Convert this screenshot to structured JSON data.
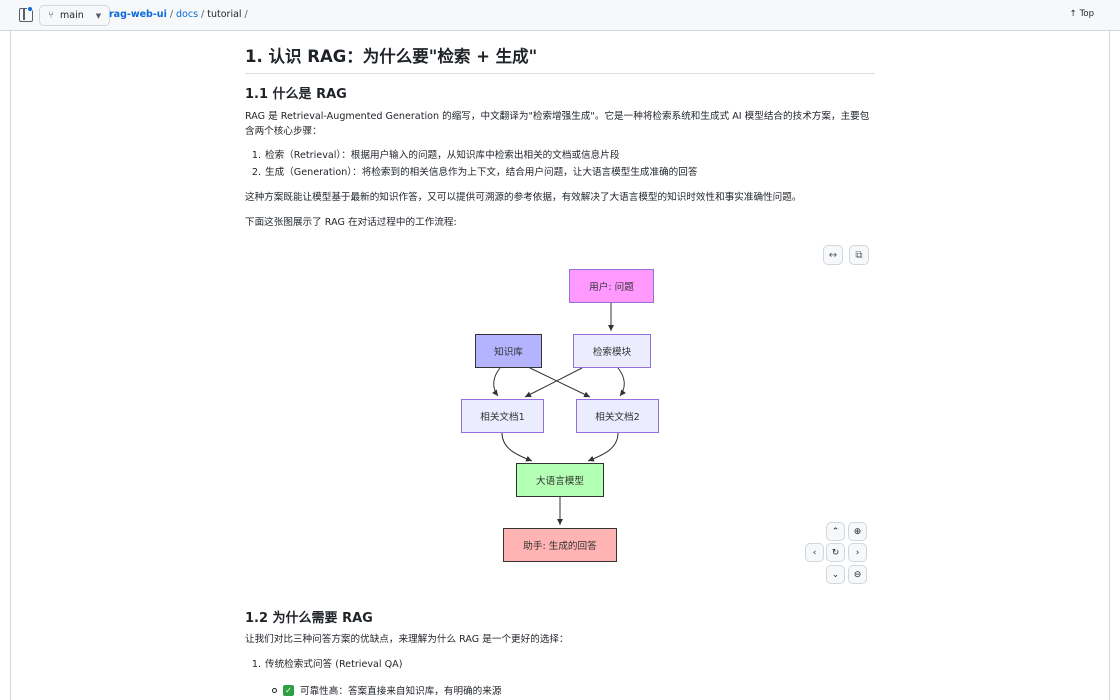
{
  "topbar": {
    "branch": "main",
    "breadcrumb": {
      "repo": "rag-web-ui",
      "sep1": "/",
      "folder": "docs",
      "sep2": "/",
      "file": "tutorial",
      "sep3": "/"
    },
    "top_label": "Top"
  },
  "article": {
    "h1": "1. 认识 RAG：为什么要\"检索 + 生成\"",
    "h2_1": "1.1 什么是 RAG",
    "p1_line1": "RAG 是 Retrieval-Augmented Generation 的缩写，中文翻译为\"检索增强生成\"。它是一种将检索系统和生成式 AI 模型结合的技术方案，主要包",
    "p1_line2": "含两个核心步骤：",
    "steps": [
      {
        "num": "1.",
        "text": "检索（Retrieval）：根据用户输入的问题，从知识库中检索出相关的文档或信息片段"
      },
      {
        "num": "2.",
        "text": "生成（Generation）：将检索到的相关信息作为上下文，结合用户问题，让大语言模型生成准确的回答"
      }
    ],
    "p2": "这种方案既能让模型基于最新的知识作答，又可以提供可溯源的参考依据，有效解决了大语言模型的知识时效性和事实准确性问题。",
    "p3": "下面这张图展示了 RAG 在对话过程中的工作流程:",
    "h2_2": "1.2 为什么需要 RAG",
    "p4": "让我们对比三种问答方案的优缺点，来理解为什么 RAG 是一个更好的选择：",
    "list2": [
      {
        "num": "1.",
        "text": "传统检索式问答 (Retrieval QA)"
      }
    ],
    "sub_item": "可靠性高：答案直接来自知识库，有明确的来源"
  },
  "diagram": {
    "nodes": {
      "user": "用户: 问题",
      "kb": "知识库",
      "retriever": "检索模块",
      "doc1": "相关文档1",
      "doc2": "相关文档2",
      "llm": "大语言模型",
      "answer": "助手: 生成的回答"
    },
    "colors": {
      "user": "#ff99ff",
      "kb": "#b3b3ff",
      "llm": "#b3ffb3",
      "answer": "#ffb3b3"
    }
  }
}
